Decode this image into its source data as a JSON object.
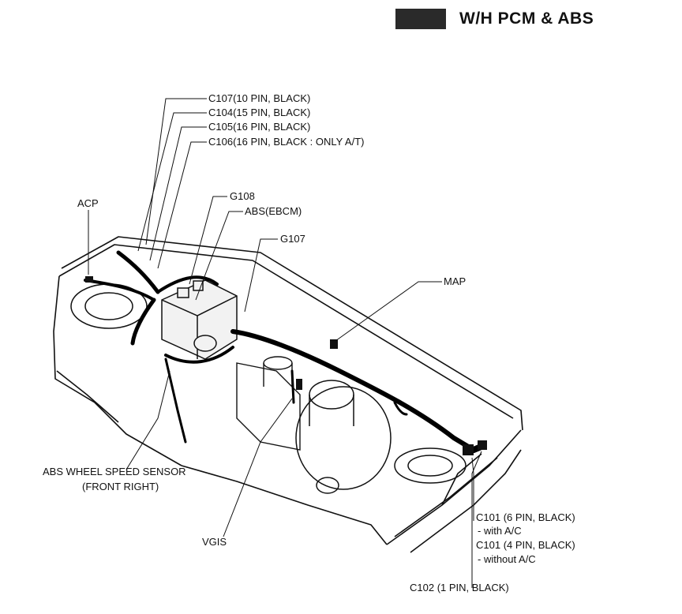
{
  "header": {
    "title": "W/H PCM & ABS"
  },
  "labels": {
    "c107": "C107(10 PIN, BLACK)",
    "c104": "C104(15 PIN, BLACK)",
    "c105": "C105(16 PIN, BLACK)",
    "c106": "C106(16 PIN, BLACK : ONLY A/T)",
    "acp": "ACP",
    "g108": "G108",
    "abs_ebcm": "ABS(EBCM)",
    "g107": "G107",
    "map": "MAP",
    "wheel_sensor_1": "ABS WHEEL SPEED SENSOR",
    "wheel_sensor_2": "(FRONT RIGHT)",
    "vgis": "VGIS",
    "c101_6pin": "C101 (6 PIN, BLACK)",
    "c101_with_ac": "- with A/C",
    "c101_4pin": "C101 (4 PIN, BLACK)",
    "c101_without_ac": "- without A/C",
    "c102": "C102 (1 PIN, BLACK)"
  }
}
